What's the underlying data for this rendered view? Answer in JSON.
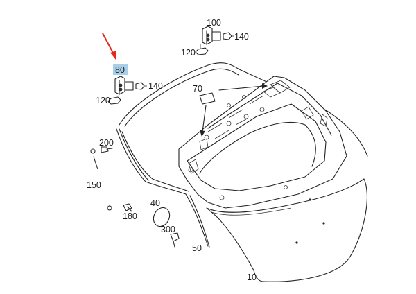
{
  "diagram": {
    "labels": {
      "p100": "100",
      "p140a": "140",
      "p120a": "120",
      "p80": "80",
      "p140b": "140",
      "p120b": "120",
      "p70": "70",
      "p200": "200",
      "p150": "150",
      "p40": "40",
      "p180": "180",
      "p300": "300",
      "p50": "50",
      "p10": "10"
    },
    "highlight_color": "#a9cfe8",
    "arrow_color": "#e8261c"
  }
}
